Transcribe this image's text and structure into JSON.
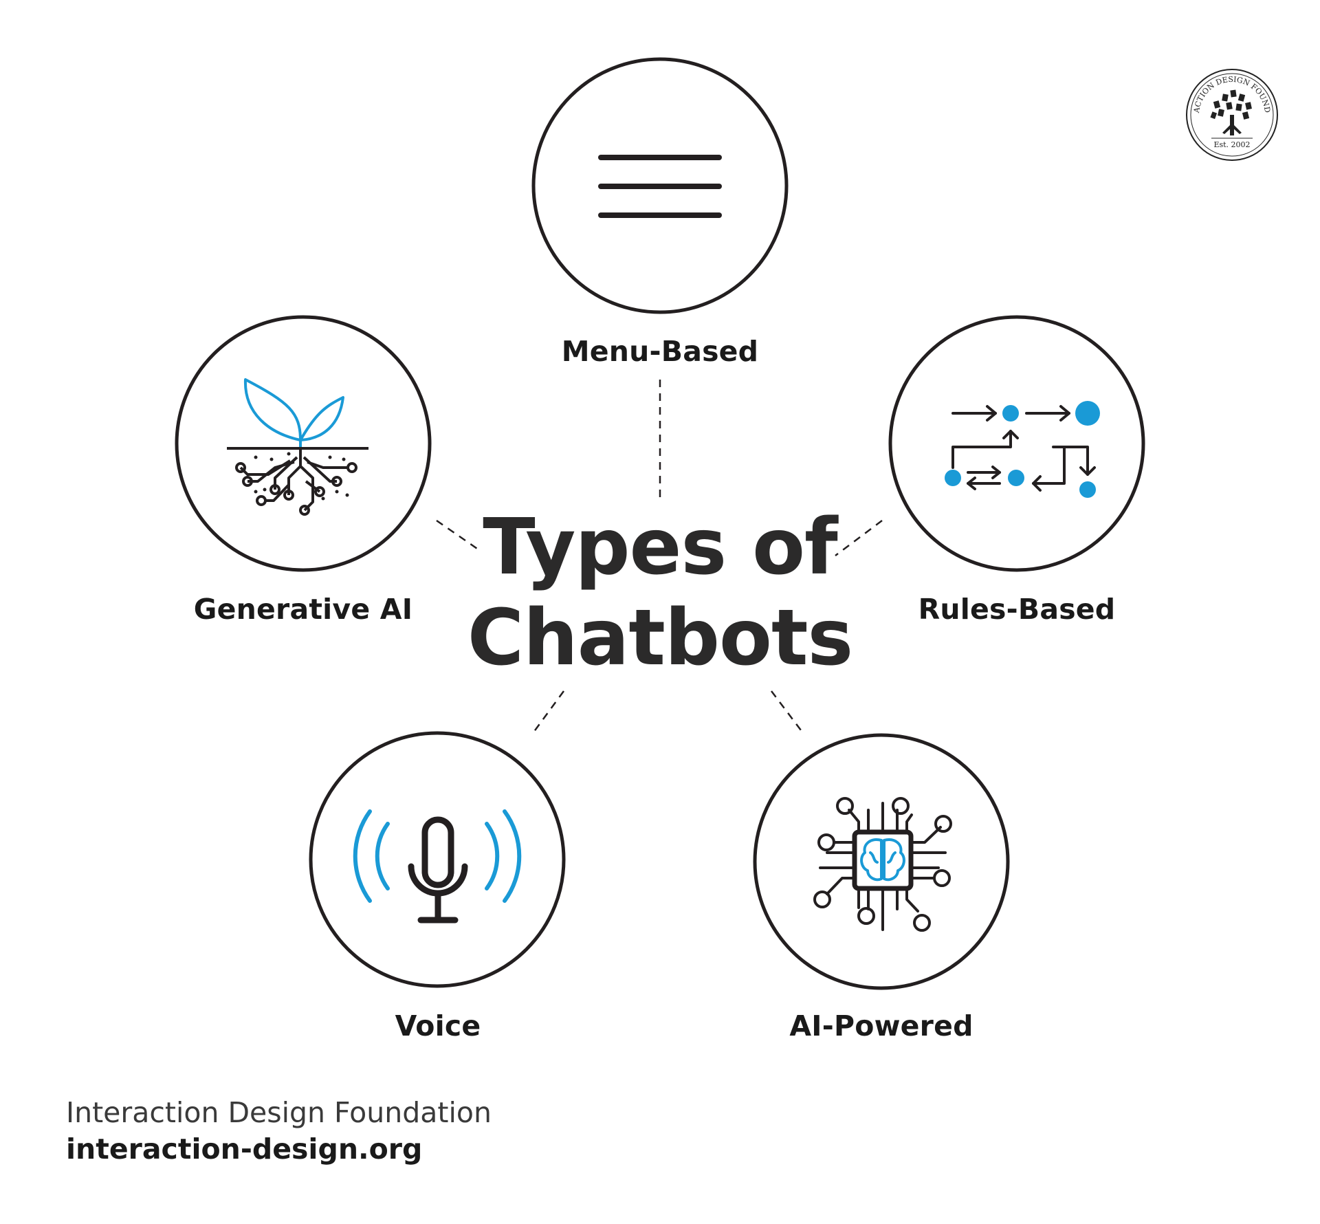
{
  "title": {
    "line1": "Types of",
    "line2": "Chatbots"
  },
  "types": [
    {
      "label": "Menu-Based",
      "icon": "menu-lines-icon"
    },
    {
      "label": "Rules-Based",
      "icon": "flow-arrows-icon"
    },
    {
      "label": "AI-Powered",
      "icon": "brain-chip-icon"
    },
    {
      "label": "Voice",
      "icon": "microphone-icon"
    },
    {
      "label": "Generative AI",
      "icon": "sprout-roots-icon"
    }
  ],
  "footer": {
    "organization": "Interaction Design Foundation",
    "url": "interaction-design.org"
  },
  "logo": {
    "ring_text": "INTERACTION DESIGN FOUNDATION",
    "established": "Est. 2002"
  },
  "colors": {
    "accent_blue": "#1a9ad6",
    "ink": "#231f20"
  }
}
